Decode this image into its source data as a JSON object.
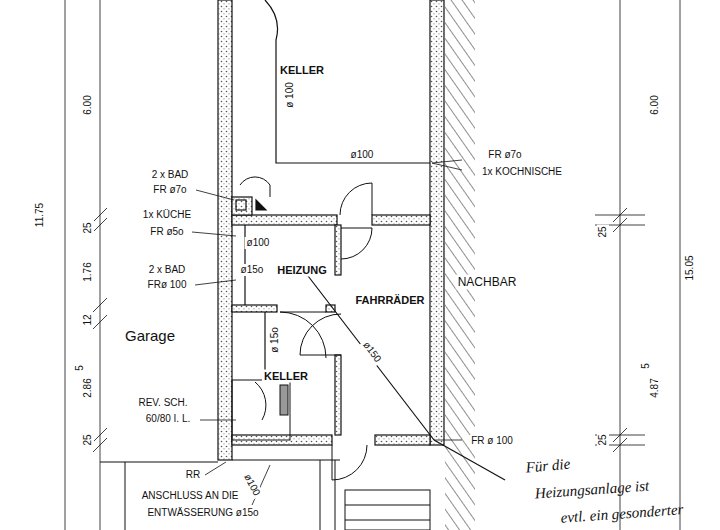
{
  "diagram": {
    "nodes": [
      {
        "text": [
          "KELLER"
        ]
      },
      {
        "text": [
          "HEIZUNG"
        ]
      },
      {
        "text": [
          "FAHRRÄDER"
        ]
      },
      {
        "text": [
          "KELLER"
        ]
      },
      {
        "text": [
          "Garage"
        ]
      },
      {
        "text": [
          "NACHBAR"
        ]
      }
    ],
    "labels": [
      "11.75",
      "6.00",
      "25",
      "1.76",
      "12",
      "2.86",
      "5",
      "25",
      "6.00",
      "15.05",
      "25",
      "4.87",
      "5",
      "25",
      "ø 100",
      "ø100",
      "FR ø7o",
      "1x KOCHNISCHE",
      "2 x BAD",
      "FR ø7o",
      "1x KÜCHE",
      "FR ø5o",
      "ø100",
      "2 x BAD",
      "FRø 100",
      "ø15o",
      "ø 15o",
      "ø150",
      "REV. SCH.",
      "60/80 I. L.",
      "FR ø 100",
      "RR",
      "ø100",
      "ANSCHLUSS AN DIE",
      "ENTWÄSSERUNG ø15o",
      "Für die",
      "Heizungsanlage ist",
      "evtl. ein gesonderter"
    ]
  }
}
